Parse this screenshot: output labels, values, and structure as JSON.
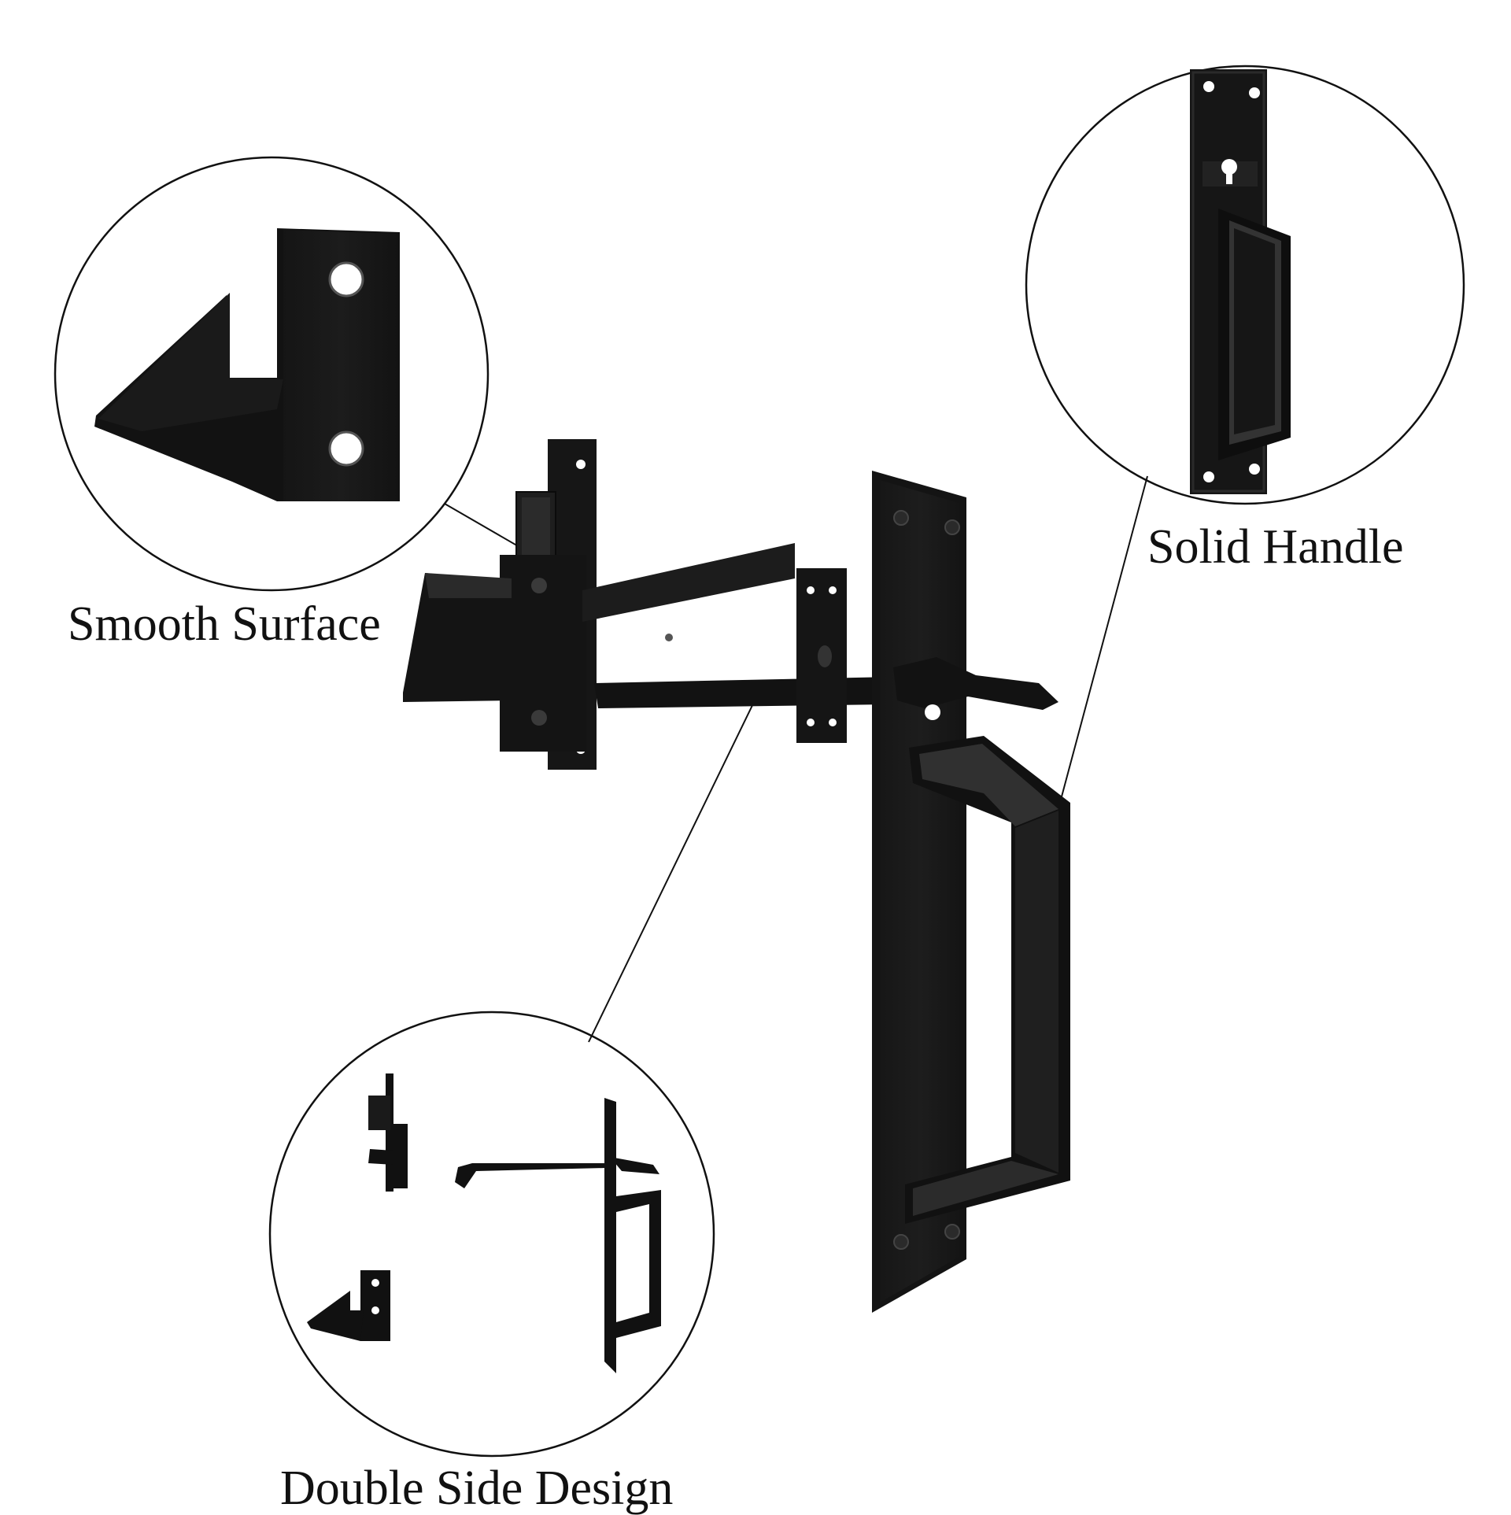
{
  "colors": {
    "background": "#ffffff",
    "metal": "#111111",
    "metal_highlight": "#3a3a3a",
    "outline": "#111111"
  },
  "callouts": {
    "smooth_surface": {
      "label": "Smooth Surface",
      "icon": "strike-plate-icon"
    },
    "solid_handle": {
      "label": "Solid Handle",
      "icon": "pull-handle-plate-icon"
    },
    "double_side": {
      "label": "Double Side Design",
      "icon": "latch-kit-components-icon"
    }
  },
  "product": {
    "icon": "gate-latch-assembly-icon"
  }
}
